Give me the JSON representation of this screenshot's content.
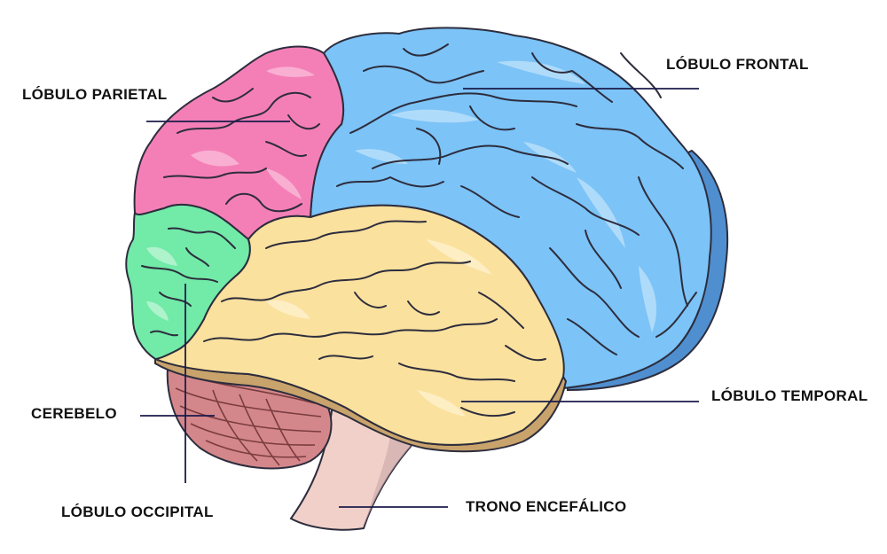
{
  "labels": {
    "parietal": "LÓBULO PARIETAL",
    "frontal": "LÓBULO FRONTAL",
    "temporal": "LÓBULO TEMPORAL",
    "cerebelo": "CEREBELO",
    "occipital": "LÓBULO OCCIPITAL",
    "trono": "TRONO ENCEFÁLICO"
  },
  "colors": {
    "frontal": "#7cc3f7",
    "frontal_shadow": "#4f8fd0",
    "parietal": "#f47fb6",
    "occipital": "#72eaa8",
    "temporal": "#fbe19e",
    "temporal_shadow": "#c9a36c",
    "cerebelo": "#d4878a",
    "trono": "#f1d0c9",
    "outline": "#2d2d3d",
    "leader_line": "#1b1b4b"
  }
}
